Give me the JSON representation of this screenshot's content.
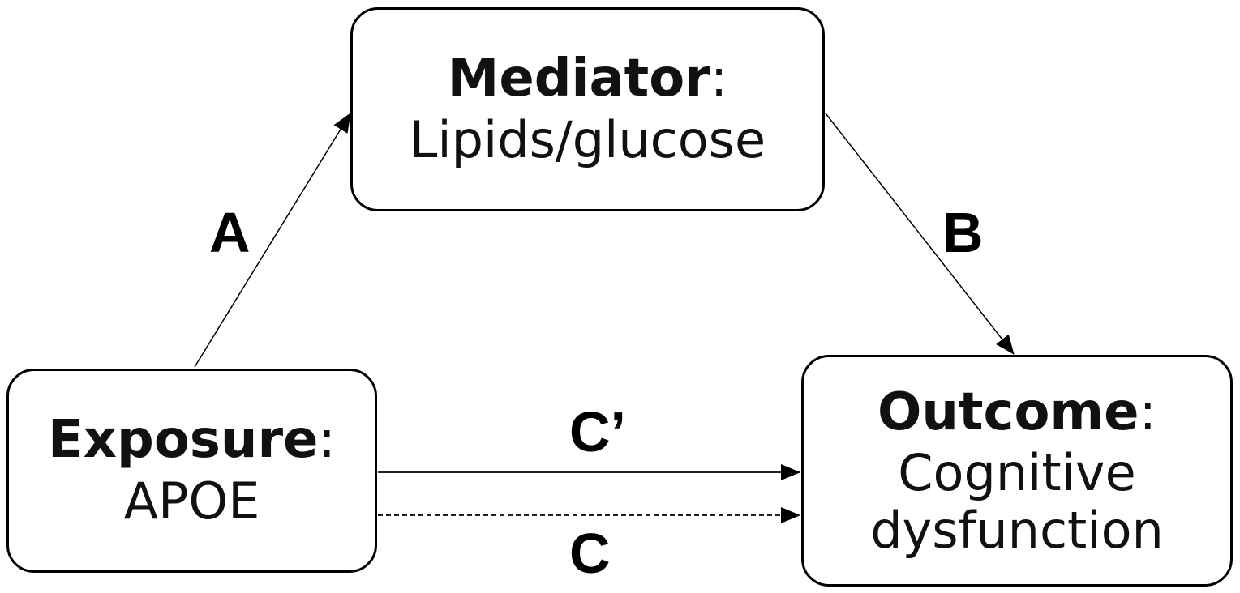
{
  "nodes": {
    "mediator": {
      "role": "Mediator",
      "colon": ":",
      "value": "Lipids/glucose"
    },
    "exposure": {
      "role": "Exposure",
      "colon": ":",
      "value": "APOE"
    },
    "outcome": {
      "role": "Outcome",
      "colon": ":",
      "value_lines": [
        "Cognitive",
        "dysfunction"
      ]
    }
  },
  "paths": {
    "a": {
      "label": "A",
      "from": "Exposure",
      "to": "Mediator",
      "style": "solid"
    },
    "b": {
      "label": "B",
      "from": "Mediator",
      "to": "Outcome",
      "style": "solid"
    },
    "c_prime": {
      "label": "C’",
      "from": "Exposure",
      "to": "Outcome",
      "style": "solid"
    },
    "c": {
      "label": "C",
      "from": "Exposure",
      "to": "Outcome",
      "style": "dashed"
    }
  },
  "colors": {
    "stroke": "#000000",
    "background": "#ffffff",
    "text": "#111111"
  }
}
